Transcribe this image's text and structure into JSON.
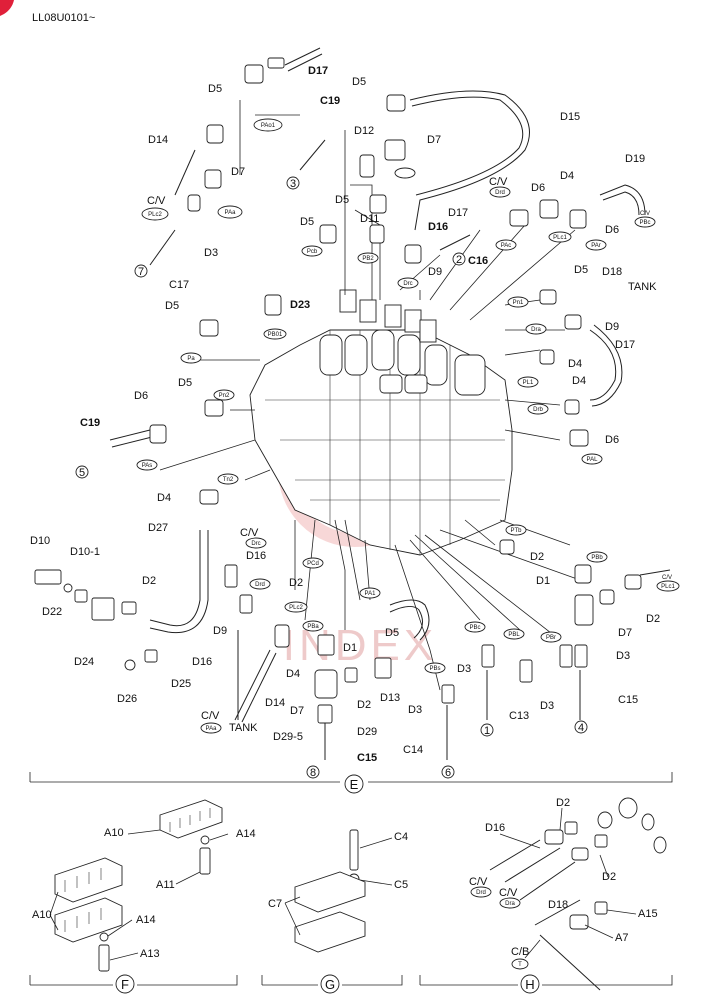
{
  "header": {
    "code": "LL08U0101~",
    "badge_color": "#e0203a"
  },
  "watermark": {
    "text": "INDEX",
    "color": "#f2b8b8"
  },
  "sections": {
    "main": "E",
    "f": "F",
    "g": "G",
    "h": "H"
  },
  "labels": {
    "D17_top": "D17",
    "D5_a": "D5",
    "D5_b": "D5",
    "D15": "D15",
    "C19_a": "C19",
    "D12": "D12",
    "D7_a": "D7",
    "D14_a": "D14",
    "D7_b": "D7",
    "PAo1": "PAo1",
    "circ3": "3",
    "D5_c": "D5",
    "CV_a": "C/V",
    "Drd_a": "Drd",
    "D6_a": "D6",
    "D4_a": "D4",
    "D19": "D19",
    "CV_PBc": "C/V",
    "PBc_top": "PBc",
    "CV_b": "C/V",
    "PLc2_a": "PLc2",
    "PAa_a": "PAa",
    "D3_a": "D3",
    "D5_d": "D5",
    "D11": "D11",
    "D17_b": "D17",
    "D16_a": "D16",
    "C16": "C16",
    "circ2": "2",
    "PAc": "PAc",
    "PLc1": "PLc1",
    "PAr": "PAr",
    "D6_b": "D6",
    "Pcb": "Pcb",
    "PB2": "PB2",
    "circ7": "7",
    "C17": "C17",
    "D9_a": "D9",
    "Drc_a": "Drc",
    "D5_e": "D5",
    "D18_a": "D18",
    "TANK_a": "TANK",
    "D23": "D23",
    "PB01": "PB01",
    "Pn1": "Pn1",
    "D5_f": "D5",
    "Dra": "Dra",
    "D9_b": "D9",
    "D17_c": "D17",
    "Pa": "Pa",
    "PL1": "PL1",
    "D4_b": "D4",
    "D5_g": "D5",
    "Pn2": "Pn2",
    "D4_c": "D4",
    "D6_c": "D6",
    "Drb": "Drb",
    "C19_b": "C19",
    "D6_d": "D6",
    "PAs": "PAs",
    "circ5": "5",
    "PAL": "PAL",
    "D4_d": "D4",
    "Tn2": "Tn2",
    "D27": "D27",
    "D10": "D10",
    "D10_1": "D10-1",
    "CV_c": "C/V",
    "Drc_b": "Drc",
    "D16_b": "D16",
    "D22": "D22",
    "D2_a": "D2",
    "D24": "D24",
    "Drd_b": "Drd",
    "PCd": "PCd",
    "D2_b": "D2",
    "PA1": "PA1",
    "PTb": "PTb",
    "D2_c": "D2",
    "PBb": "PBb",
    "D1_a": "D1",
    "CV_d": "C/V",
    "PLc1_b": "PLc1",
    "D9_c": "D9",
    "PLc2_b": "PLc2",
    "PBa": "PBa",
    "D5_h": "D5",
    "D7_c": "D7",
    "D2_d": "D2",
    "D26": "D26",
    "D25": "D25",
    "D16_c": "D16",
    "D4_e": "D4",
    "D1_b": "D1",
    "PBc": "PBc",
    "PBL": "PBL",
    "PBr": "PBr",
    "D3_b": "D3",
    "D3_c": "D3",
    "PBs": "PBs",
    "D14_b": "D14",
    "D13": "D13",
    "D3_d": "D3",
    "C15_a": "C15",
    "CV_e": "C/V",
    "PAa_b": "PAa",
    "TANK_b": "TANK",
    "D7_d": "D7",
    "D2_e": "D2",
    "C13": "C13",
    "D3_e": "D3",
    "D29_5": "D29-5",
    "D29": "D29",
    "C14": "C14",
    "circ1": "1",
    "circ4": "4",
    "C15_b": "C15",
    "circ8": "8",
    "circ6": "6",
    "A10_a": "A10",
    "A14_a": "A14",
    "A11": "A11",
    "A10_b": "A10",
    "A14_b": "A14",
    "A13": "A13",
    "C4": "C4",
    "C5": "C5",
    "C7": "C7",
    "D2_f": "D2",
    "D16_d": "D16",
    "D2_g": "D2",
    "CV_f": "C/V",
    "Drd_c": "Drd",
    "CV_g": "C/V",
    "Dra_b": "Dra",
    "D18_b": "D18",
    "A15": "A15",
    "A7": "A7",
    "CB": "C/B",
    "T": "T"
  }
}
